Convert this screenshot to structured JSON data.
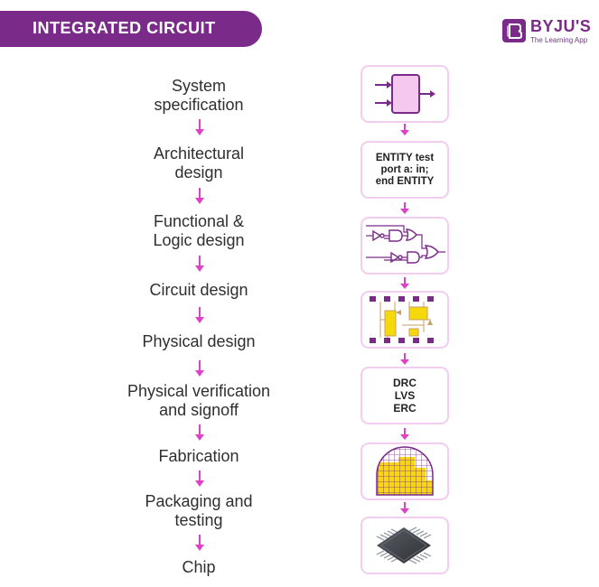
{
  "header": {
    "title": "INTEGRATED CIRCUIT"
  },
  "brand": {
    "name": "BYJU'S",
    "tagline": "The Learning App"
  },
  "steps": [
    "System\nspecification",
    "Architectural\ndesign",
    "Functional &\nLogic design",
    "Circuit design",
    "Physical design",
    "Physical verification\nand signoff",
    "Fabrication",
    "Packaging and\ntesting",
    "Chip"
  ],
  "illustrations": {
    "rtl_code": [
      "ENTITY test",
      "port a: in;",
      "end ENTITY"
    ],
    "checks": [
      "DRC",
      "LVS",
      "ERC"
    ]
  },
  "colors": {
    "brand_purple": "#7a2a88",
    "arrow_pink": "#e040c8",
    "box_border": "#f2cdf0",
    "yellow": "#f5d90a"
  }
}
